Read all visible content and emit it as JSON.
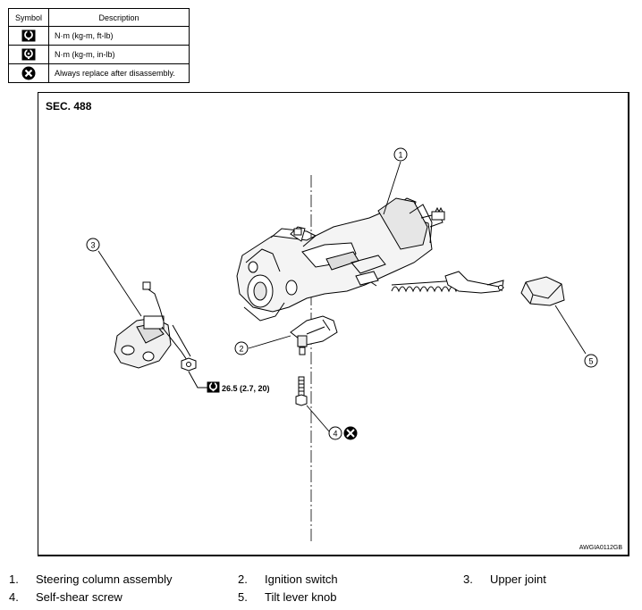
{
  "legend": {
    "header_symbol": "Symbol",
    "header_description": "Description",
    "rows": [
      {
        "icon": "torque-ft-lb-icon",
        "description": "N·m (kg-m, ft-lb)"
      },
      {
        "icon": "torque-in-lb-icon",
        "description": "N·m (kg-m, in-lb)"
      },
      {
        "icon": "replace-icon",
        "description": "Always replace after disassembly."
      }
    ]
  },
  "figure": {
    "section": "SEC. 488",
    "image_code": "AWGIA0112GB",
    "callouts": [
      "1",
      "2",
      "3",
      "4",
      "5"
    ],
    "torque_spec": "26.5 (2.7, 20)"
  },
  "parts": [
    {
      "num": "1.",
      "name": "Steering column assembly"
    },
    {
      "num": "2.",
      "name": "Ignition switch"
    },
    {
      "num": "3.",
      "name": "Upper joint"
    },
    {
      "num": "4.",
      "name": "Self-shear screw"
    },
    {
      "num": "5.",
      "name": "Tilt lever knob"
    }
  ]
}
